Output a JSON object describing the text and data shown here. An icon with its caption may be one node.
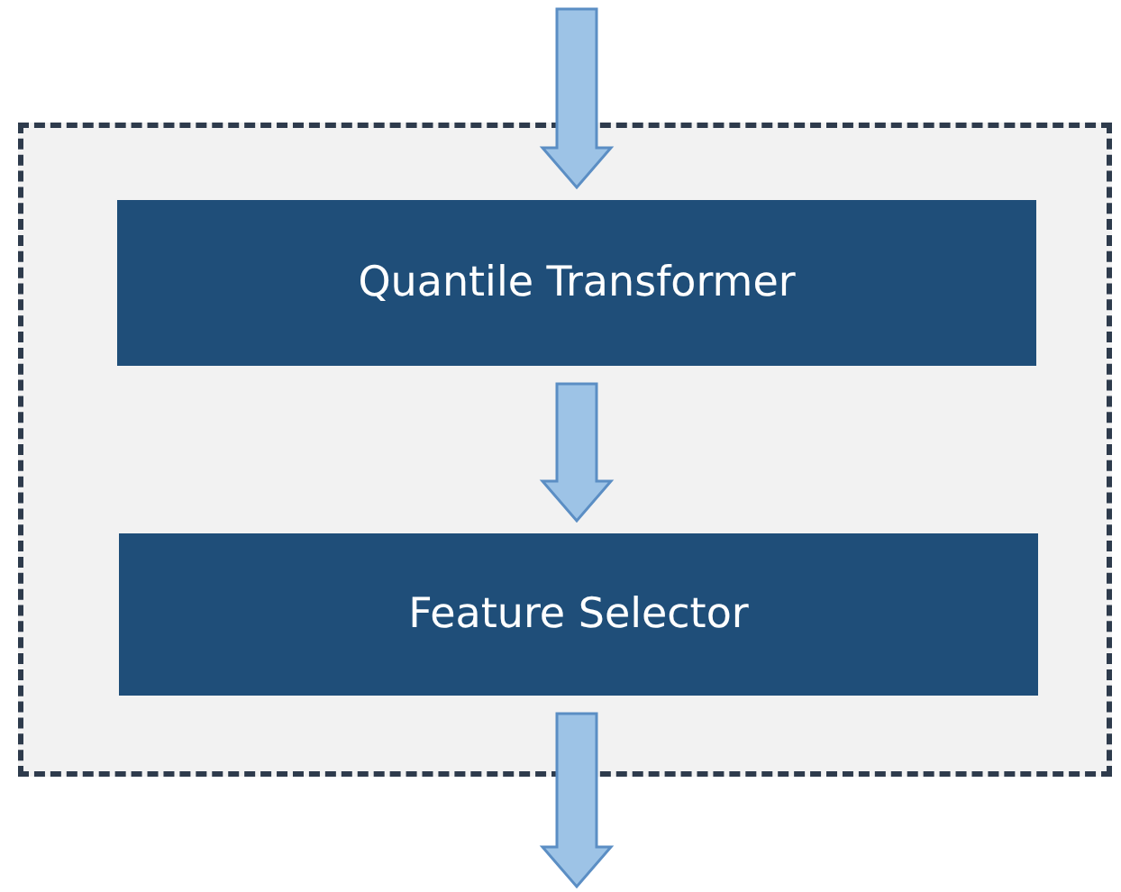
{
  "diagram": {
    "nodes": [
      {
        "text": [],
        "shape": "box"
      },
      {
        "text": [
          "Quantile Transformer"
        ],
        "in": 0
      },
      {
        "text": [
          "Feature Selector"
        ],
        "in": 0
      }
    ],
    "edges": [
      {
        "from": null,
        "to": 1,
        "arrow": "to"
      },
      {
        "from": 1,
        "to": 2,
        "arrow": "to"
      },
      {
        "from": 2,
        "to": null,
        "arrow": "to"
      }
    ]
  }
}
